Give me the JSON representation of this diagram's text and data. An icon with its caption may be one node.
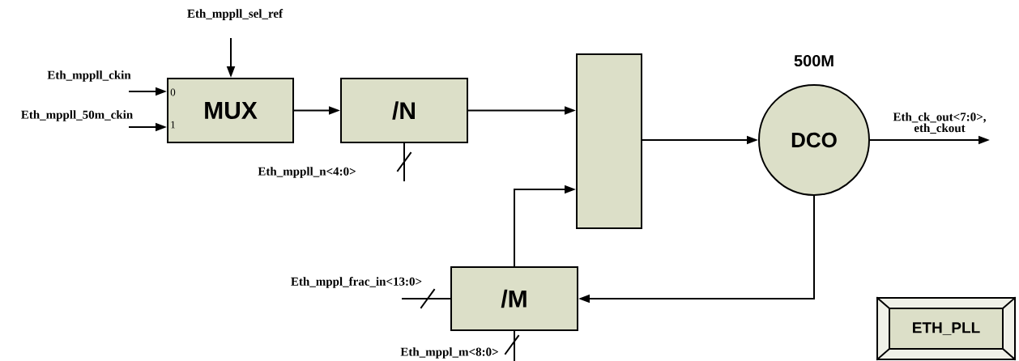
{
  "diagram": {
    "nodes": [
      {
        "text": [
          "MUX",
          "0",
          "1"
        ]
      },
      {
        "text": [
          "/N"
        ]
      },
      {
        "text": [],
        "shape": "box"
      },
      {
        "text": [
          "DCO"
        ],
        "beside": [
          "500M"
        ]
      },
      {
        "text": [
          "/M"
        ]
      },
      {
        "text": [
          "ETH_PLL"
        ]
      }
    ],
    "edges": [
      {
        "from": null,
        "to": 0,
        "arrow": "to",
        "label": "Eth_mppll_ckin"
      },
      {
        "from": null,
        "to": 0,
        "arrow": "to",
        "label": "Eth_mppll_50m_ckin"
      },
      {
        "from": null,
        "to": 0,
        "arrow": "to",
        "label": "Eth_mppll_sel_ref"
      },
      {
        "from": 0,
        "to": 1,
        "arrow": "to"
      },
      {
        "from": 1,
        "to": 2,
        "arrow": "to"
      },
      {
        "from": 2,
        "to": 3,
        "arrow": "to"
      },
      {
        "from": 3,
        "to": null,
        "arrow": "to",
        "label": "Eth_ck_out<7:0>, eth_ckout"
      },
      {
        "from": 3,
        "to": 4,
        "arrow": "to"
      },
      {
        "from": 4,
        "to": 2,
        "arrow": "to"
      },
      {
        "from": null,
        "to": 1,
        "arrow": "none",
        "label": "Eth_mppll_n<4:0>"
      },
      {
        "from": null,
        "to": 4,
        "arrow": "none",
        "label": "Eth_mppl_frac_in<13:0>"
      },
      {
        "from": null,
        "to": 4,
        "arrow": "none",
        "label": "Eth_mppl_m<8:0>"
      }
    ]
  }
}
